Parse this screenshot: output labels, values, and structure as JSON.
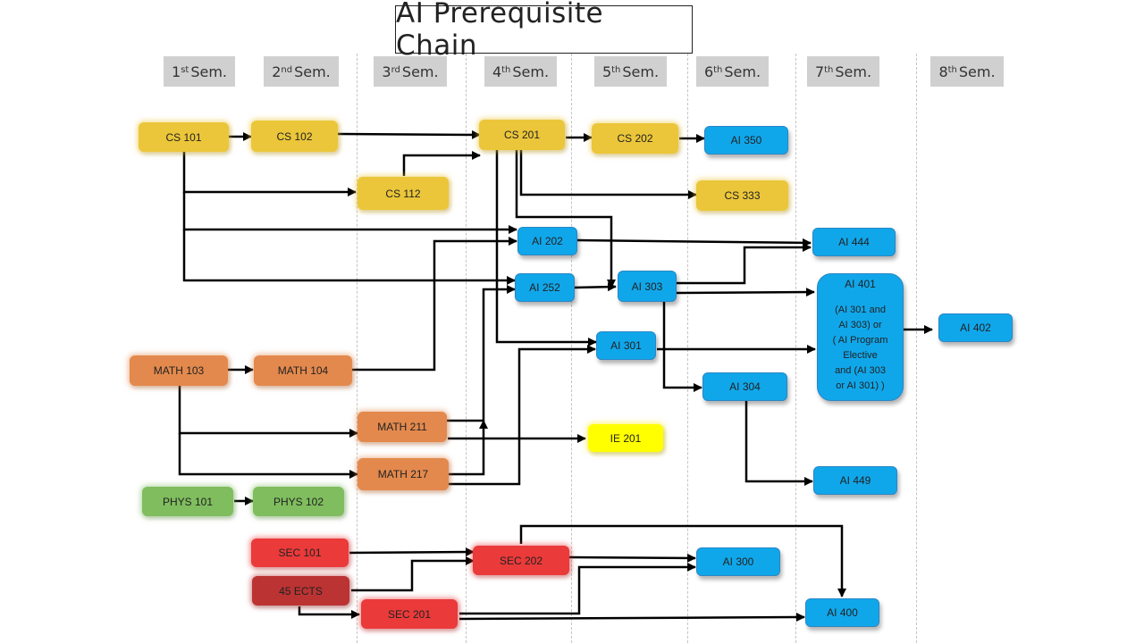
{
  "title": "AI Prerequisite Chain",
  "semesters": [
    {
      "num": "1",
      "suffix": "st",
      "label": "Sem."
    },
    {
      "num": "2",
      "suffix": "nd",
      "label": "Sem."
    },
    {
      "num": "3",
      "suffix": "rd",
      "label": "Sem."
    },
    {
      "num": "4",
      "suffix": "th",
      "label": "Sem."
    },
    {
      "num": "5",
      "suffix": "th",
      "label": "Sem."
    },
    {
      "num": "6",
      "suffix": "th",
      "label": "Sem."
    },
    {
      "num": "7",
      "suffix": "th",
      "label": "Sem."
    },
    {
      "num": "8",
      "suffix": "th",
      "label": "Sem."
    }
  ],
  "colors": {
    "cs": "#ebc63a",
    "ai": "#10a7ea",
    "math": "#e3894d",
    "phys": "#7fbd5e",
    "sec": "#ea3a3a",
    "ects": "#bb3333",
    "ie": "#ffff00",
    "arrow": "#000000"
  },
  "courses": {
    "cs101": "CS 101",
    "cs102": "CS 102",
    "cs112": "CS 112",
    "cs201": "CS 201",
    "cs202": "CS 202",
    "cs333": "CS 333",
    "ai350": "AI 350",
    "ai202": "AI 202",
    "ai252": "AI  252",
    "ai303": "AI 303",
    "ai301": "AI 301",
    "ai304": "AI 304",
    "ai444": "AI 444",
    "ai449": "AI 449",
    "ai401": "AI 401",
    "ai401_note": "(AI 301 and\nAI 303)  or\n( AI Program\nElective\nand (AI 303\nor AI 301) )",
    "ai402": "AI 402",
    "ai300": "AI 300",
    "ai400": "AI 400",
    "math103": "MATH 103",
    "math104": "MATH 104",
    "math211": "MATH 211",
    "math217": "MATH 217",
    "phys101": "PHYS 101",
    "phys102": "PHYS 102",
    "ie201": "IE 201",
    "sec101": "SEC 101",
    "ects45": "45 ECTS",
    "sec201": "SEC 201",
    "sec202": "SEC 202"
  },
  "prerequisites": [
    [
      "CS 101",
      "CS 102"
    ],
    [
      "CS 102",
      "CS 201"
    ],
    [
      "CS 112",
      "CS 201"
    ],
    [
      "CS 101",
      "CS 112"
    ],
    [
      "CS 201",
      "CS 202"
    ],
    [
      "CS 202",
      "AI 350"
    ],
    [
      "CS 201",
      "CS 333"
    ],
    [
      "CS 201",
      "AI 303"
    ],
    [
      "CS 201",
      "AI 301"
    ],
    [
      "CS 101",
      "AI 202"
    ],
    [
      "CS 101",
      "AI 252"
    ],
    [
      "MATH 104",
      "AI 202"
    ],
    [
      "MATH 211",
      "AI 252"
    ],
    [
      "MATH 217",
      "AI 252"
    ],
    [
      "MATH 217",
      "AI 301"
    ],
    [
      "AI 202",
      "AI 444"
    ],
    [
      "AI 252",
      "AI 303"
    ],
    [
      "AI 303",
      "AI 444"
    ],
    [
      "AI 303",
      "AI 401"
    ],
    [
      "AI 303",
      "AI 304"
    ],
    [
      "AI 301",
      "AI 401"
    ],
    [
      "AI 304",
      "AI 449"
    ],
    [
      "AI 401",
      "AI 402"
    ],
    [
      "MATH 103",
      "MATH 104"
    ],
    [
      "MATH 103",
      "MATH 211"
    ],
    [
      "MATH 103",
      "MATH 217"
    ],
    [
      "MATH 211",
      "IE 201"
    ],
    [
      "PHYS 101",
      "PHYS 102"
    ],
    [
      "SEC 101",
      "SEC 202"
    ],
    [
      "45 ECTS",
      "SEC 202"
    ],
    [
      "45 ECTS",
      "SEC 201"
    ],
    [
      "SEC 202",
      "AI 300"
    ],
    [
      "SEC 201",
      "AI 300"
    ],
    [
      "SEC 202",
      "AI 400"
    ],
    [
      "SEC 201",
      "AI 400"
    ]
  ]
}
